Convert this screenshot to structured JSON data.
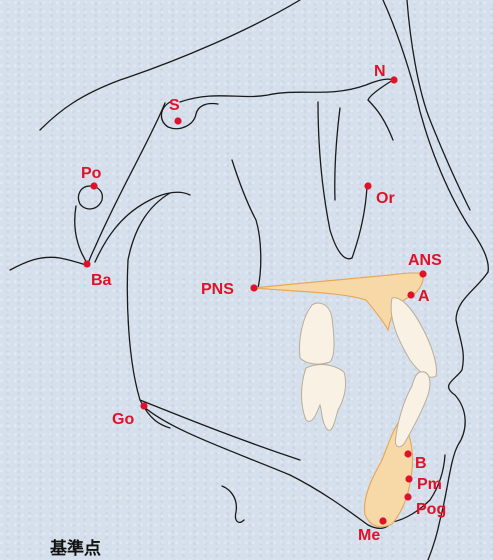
{
  "caption": "基準点",
  "colors": {
    "landmark": "#e0122a",
    "palate_fill": "#f7d9a8",
    "outline": "#1a1a1a",
    "background": "#d6e0ec"
  },
  "landmarks": [
    {
      "id": "S",
      "label": "S"
    },
    {
      "id": "N",
      "label": "N"
    },
    {
      "id": "Po",
      "label": "Po"
    },
    {
      "id": "Or",
      "label": "Or"
    },
    {
      "id": "Ba",
      "label": "Ba"
    },
    {
      "id": "PNS",
      "label": "PNS"
    },
    {
      "id": "ANS",
      "label": "ANS"
    },
    {
      "id": "A",
      "label": "A"
    },
    {
      "id": "Go",
      "label": "Go"
    },
    {
      "id": "B",
      "label": "B"
    },
    {
      "id": "Pm",
      "label": "Pm"
    },
    {
      "id": "Pog",
      "label": "Pog"
    },
    {
      "id": "Me",
      "label": "Me"
    }
  ]
}
